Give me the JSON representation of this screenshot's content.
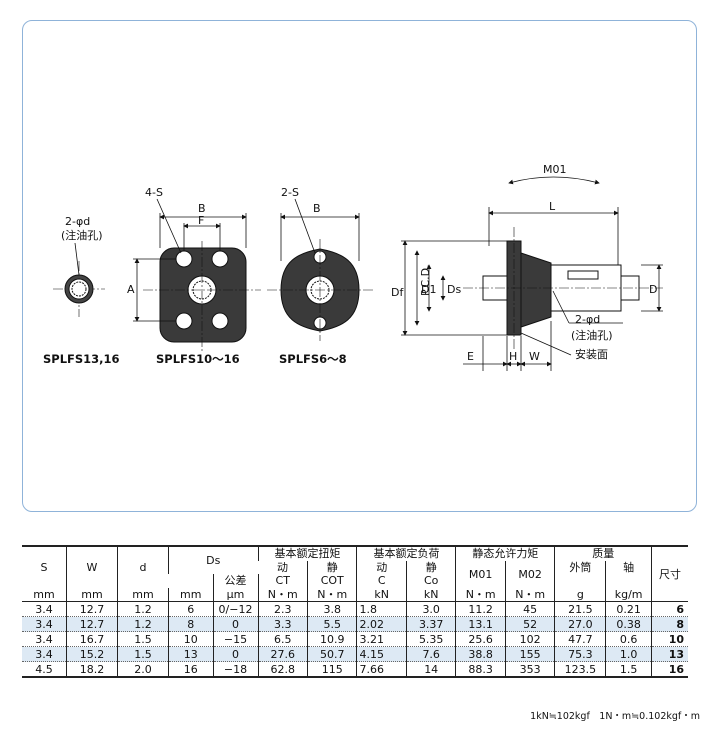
{
  "drawing": {
    "views": [
      {
        "caption": "SPLFS13,16",
        "hole_label": "2-φd",
        "hole_note": "(注油孔)"
      },
      {
        "caption": "SPLFS10～16",
        "labels": [
          "4-S",
          "B",
          "F",
          "A"
        ]
      },
      {
        "caption": "SPLFS6～8",
        "labels": [
          "2-S",
          "B"
        ]
      }
    ],
    "side": {
      "labels": [
        "M01",
        "L",
        "Df",
        "P.C.D.",
        "D1",
        "Ds",
        "D",
        "E",
        "H",
        "W",
        "2-φd",
        "(注油孔)",
        "安装面"
      ]
    }
  },
  "table": {
    "group_headers": {
      "torque": "基本额定扭矩",
      "load": "基本额定负荷",
      "moment": "静态允许力矩",
      "mass": "质量",
      "size": "尺寸"
    },
    "col_names": {
      "S": "S",
      "W": "W",
      "d": "d",
      "Ds": "Ds",
      "tol": "公差",
      "dyn": "动",
      "stat": "静",
      "CT": "CT",
      "COT": "COT",
      "C": "C",
      "Co": "Co",
      "M01": "M01",
      "M02": "M02",
      "outer": "外筒",
      "shaft": "轴"
    },
    "units": [
      "mm",
      "mm",
      "mm",
      "mm",
      "μm",
      "N・m",
      "N・m",
      "kN",
      "kN",
      "N・m",
      "N・m",
      "g",
      "kg/m"
    ],
    "rows": [
      {
        "S": "3.4",
        "W": "12.7",
        "d": "1.2",
        "Ds": "6",
        "tol": "0/−12",
        "CT": "2.3",
        "COT": "3.8",
        "C": "1.8",
        "Co": "3.0",
        "M01": "11.2",
        "M02": "45",
        "outer": "21.5",
        "shaft": "0.21",
        "size": "6"
      },
      {
        "S": "3.4",
        "W": "12.7",
        "d": "1.2",
        "Ds": "8",
        "tol": "0",
        "CT": "3.3",
        "COT": "5.5",
        "C": "2.02",
        "Co": "3.37",
        "M01": "13.1",
        "M02": "52",
        "outer": "27.0",
        "shaft": "0.38",
        "size": "8"
      },
      {
        "S": "3.4",
        "W": "16.7",
        "d": "1.5",
        "Ds": "10",
        "tol": "−15",
        "CT": "6.5",
        "COT": "10.9",
        "C": "3.21",
        "Co": "5.35",
        "M01": "25.6",
        "M02": "102",
        "outer": "47.7",
        "shaft": "0.6",
        "size": "10"
      },
      {
        "S": "3.4",
        "W": "15.2",
        "d": "1.5",
        "Ds": "13",
        "tol": "0",
        "CT": "27.6",
        "COT": "50.7",
        "C": "4.15",
        "Co": "7.6",
        "M01": "38.8",
        "M02": "155",
        "outer": "75.3",
        "shaft": "1.0",
        "size": "13"
      },
      {
        "S": "4.5",
        "W": "18.2",
        "d": "2.0",
        "Ds": "16",
        "tol": "−18",
        "CT": "62.8",
        "COT": "115",
        "C": "7.66",
        "Co": "14",
        "M01": "88.3",
        "M02": "353",
        "outer": "123.5",
        "shaft": "1.5",
        "size": "16"
      }
    ],
    "footnote": "1kN≒102kgf　1N・m≒0.102kgf・m"
  }
}
